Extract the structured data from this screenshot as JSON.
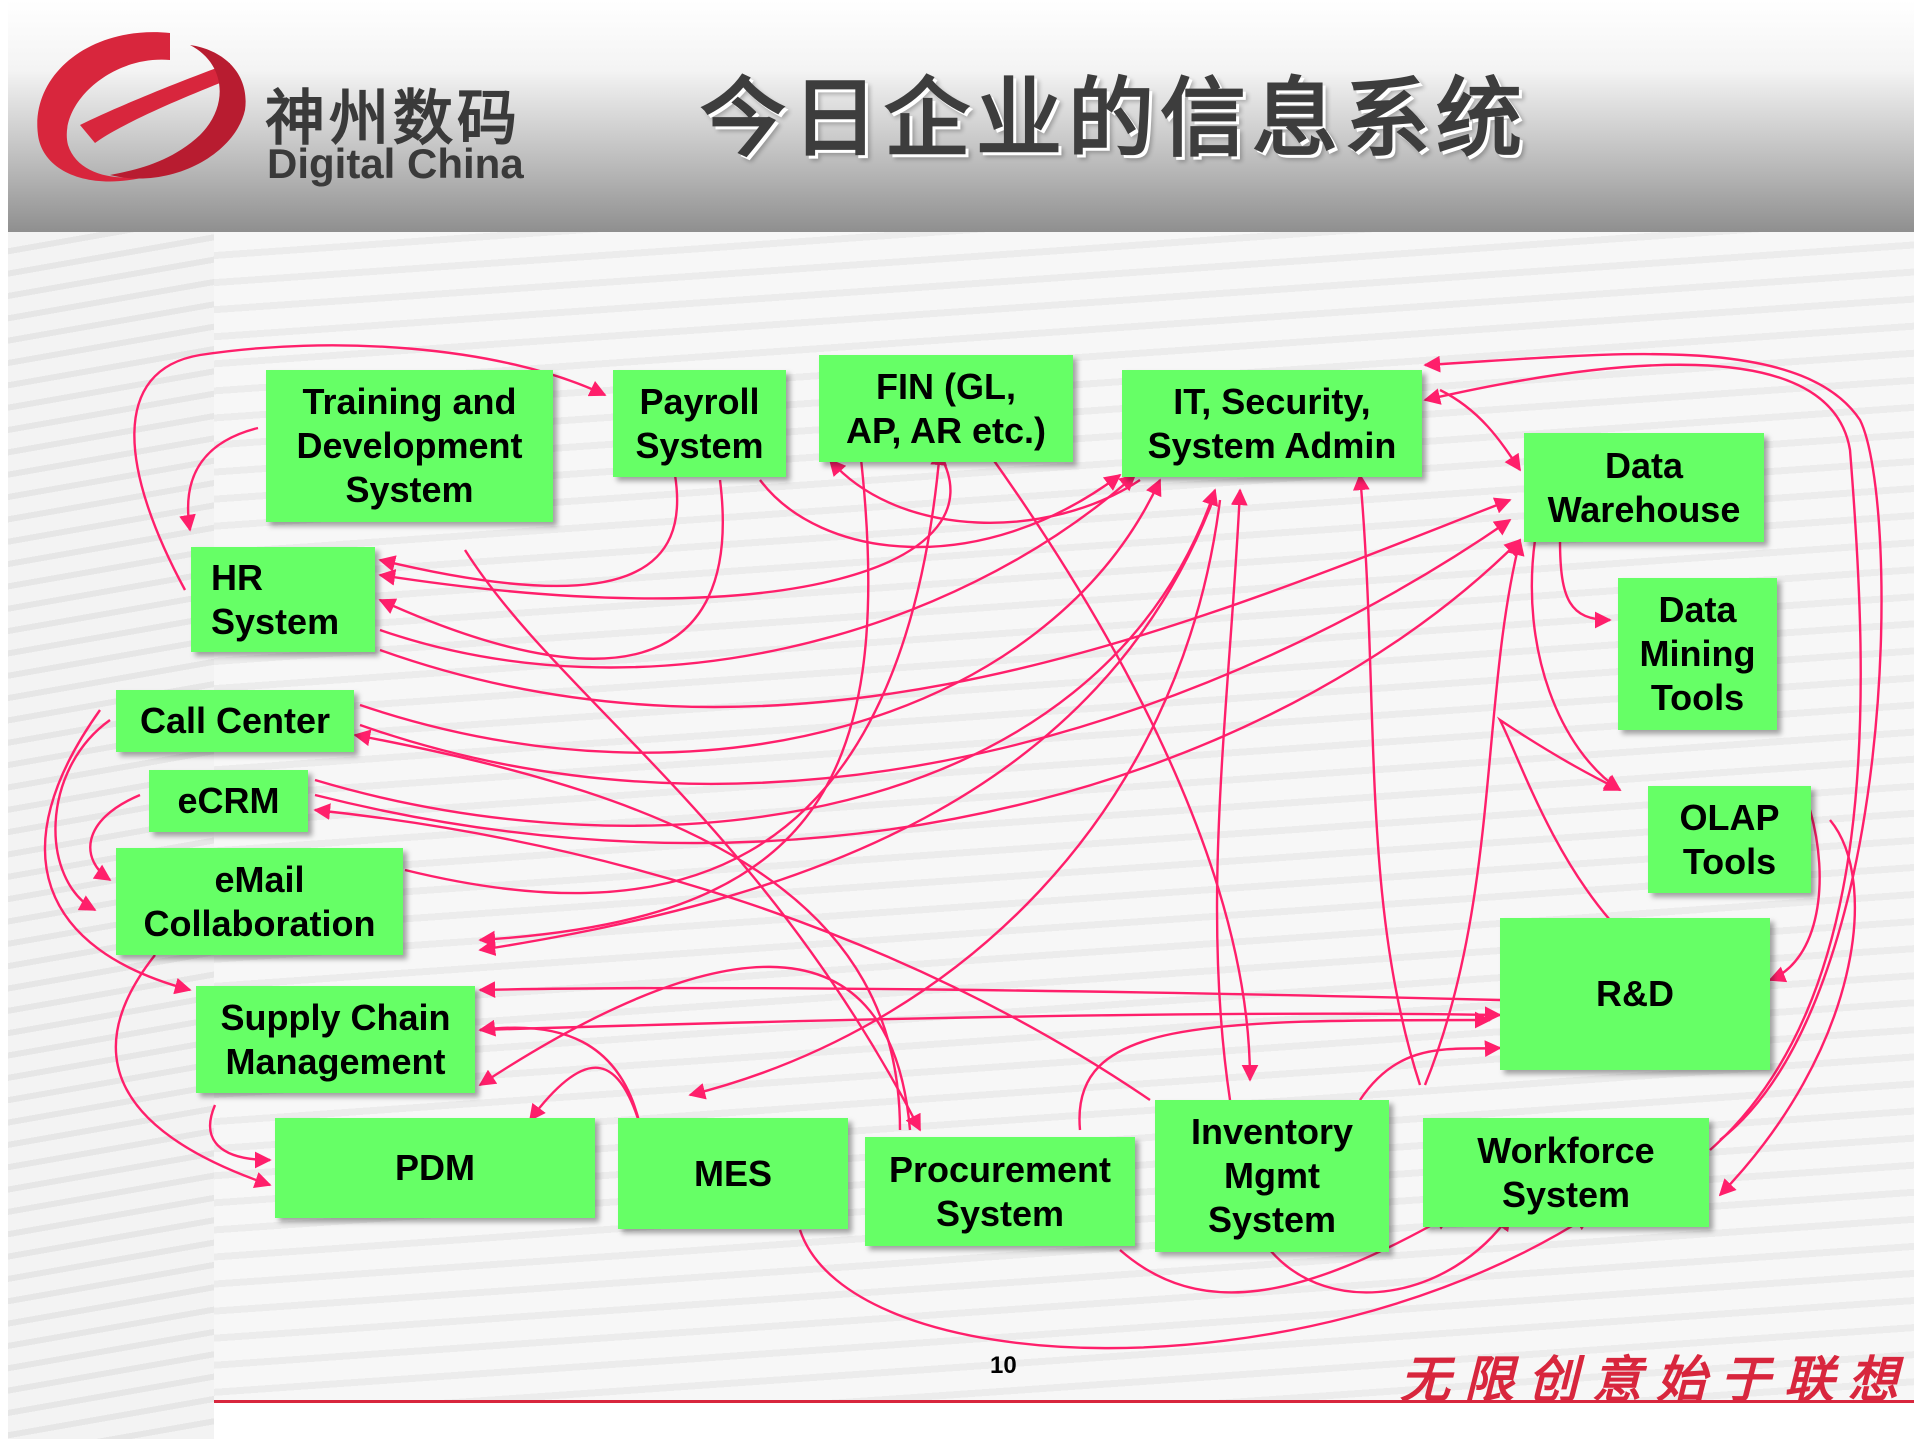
{
  "header": {
    "logo_cn": "神州数码",
    "logo_en": "Digital China",
    "title": "今日企业的信息系统"
  },
  "boxes": {
    "training": "Training and\nDevelopment\nSystem",
    "payroll": "Payroll\nSystem",
    "fin": "FIN (GL,\nAP, AR etc.)",
    "it": "IT, Security,\nSystem Admin",
    "dw": "Data\nWarehouse",
    "hr": "HR\nSystem",
    "dm": "Data\nMining\nTools",
    "cc": "Call Center",
    "ecrm": "eCRM",
    "email": "eMail\nCollaboration",
    "olap": "OLAP\nTools",
    "rd": "R&D",
    "scm": "Supply Chain\nManagement",
    "pdm": "PDM",
    "mes": "MES",
    "proc": "Procurement\nSystem",
    "inv": "Inventory\nMgmt\nSystem",
    "wf": "Workforce\nSystem"
  },
  "footer": {
    "page_number": "10",
    "slogan": "无限创意始于联想"
  },
  "colors": {
    "box_fill": "#66ff66",
    "arrow": "#ff1f6b",
    "brand_red": "#d8263d"
  }
}
